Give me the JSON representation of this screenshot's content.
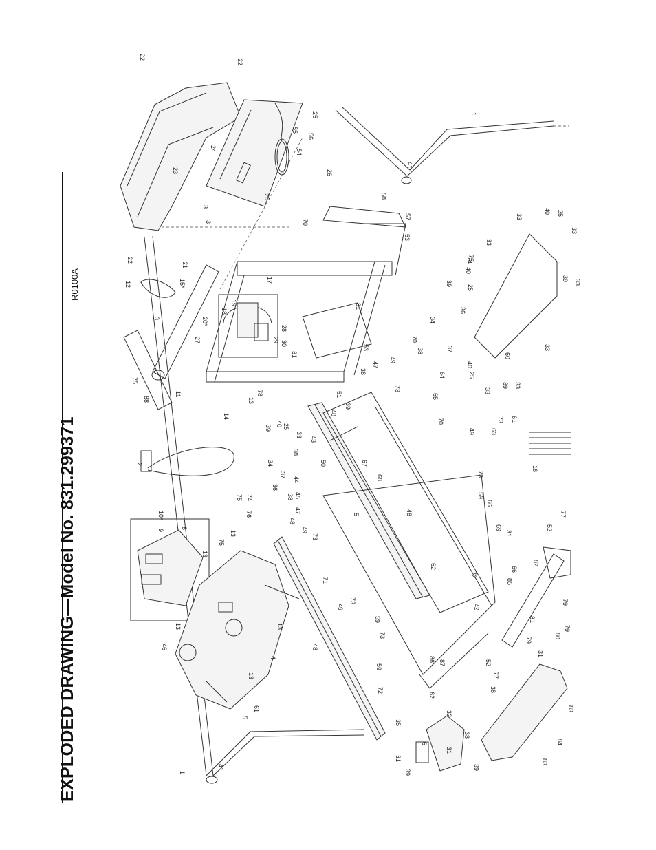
{
  "header": {
    "title": "EXPLODED DRAWING—Model No. 831.299371",
    "drawing_code": "R0100A"
  },
  "part_labels": [
    {
      "id": "p22a",
      "text": "22"
    },
    {
      "id": "p22b",
      "text": "22"
    },
    {
      "id": "p22c",
      "text": "22"
    },
    {
      "id": "p1a",
      "text": "1"
    },
    {
      "id": "p1b",
      "text": "1"
    },
    {
      "id": "p41a",
      "text": "41"
    },
    {
      "id": "p41b",
      "text": "41"
    },
    {
      "id": "p23",
      "text": "23"
    },
    {
      "id": "p24",
      "text": "24"
    },
    {
      "id": "p25a",
      "text": "25"
    },
    {
      "id": "p25b",
      "text": "25"
    },
    {
      "id": "p55",
      "text": "55"
    },
    {
      "id": "p56",
      "text": "56"
    },
    {
      "id": "p54",
      "text": "54"
    },
    {
      "id": "p3a",
      "text": "3"
    },
    {
      "id": "p3b",
      "text": "3"
    },
    {
      "id": "p3c",
      "text": "3"
    },
    {
      "id": "p12",
      "text": "12"
    },
    {
      "id": "p21",
      "text": "21"
    },
    {
      "id": "p15",
      "text": "15*"
    },
    {
      "id": "p20",
      "text": "20*"
    },
    {
      "id": "p18",
      "text": "18"
    },
    {
      "id": "p19",
      "text": "19"
    },
    {
      "id": "p17",
      "text": "17"
    },
    {
      "id": "p27",
      "text": "27"
    },
    {
      "id": "p28",
      "text": "28"
    },
    {
      "id": "p29",
      "text": "29"
    },
    {
      "id": "p30",
      "text": "30"
    },
    {
      "id": "p31a",
      "text": "31"
    },
    {
      "id": "p11",
      "text": "11"
    },
    {
      "id": "p75a",
      "text": "75"
    },
    {
      "id": "p88",
      "text": "88"
    },
    {
      "id": "p26",
      "text": "26"
    },
    {
      "id": "p70a",
      "text": "70"
    },
    {
      "id": "p58",
      "text": "58"
    },
    {
      "id": "p57",
      "text": "57"
    },
    {
      "id": "p53a",
      "text": "53"
    },
    {
      "id": "p81a",
      "text": "81"
    },
    {
      "id": "p53b",
      "text": "53"
    },
    {
      "id": "p38a",
      "text": "38"
    },
    {
      "id": "p47a",
      "text": "47"
    },
    {
      "id": "p49a",
      "text": "49"
    },
    {
      "id": "p51",
      "text": "51"
    },
    {
      "id": "p39a",
      "text": "39"
    },
    {
      "id": "p48a",
      "text": "48"
    },
    {
      "id": "p73a",
      "text": "73"
    },
    {
      "id": "p64",
      "text": "64"
    },
    {
      "id": "p70b",
      "text": "70"
    },
    {
      "id": "p38b",
      "text": "38"
    },
    {
      "id": "p37a",
      "text": "37"
    },
    {
      "id": "p34a",
      "text": "34"
    },
    {
      "id": "p36a",
      "text": "36"
    },
    {
      "id": "p25c",
      "text": "25"
    },
    {
      "id": "p40a",
      "text": "40"
    },
    {
      "id": "p39b",
      "text": "39"
    },
    {
      "id": "p75b",
      "text": "75"
    },
    {
      "id": "p74a",
      "text": "74"
    },
    {
      "id": "p33a",
      "text": "33"
    },
    {
      "id": "p33b",
      "text": "33"
    },
    {
      "id": "p40b",
      "text": "40"
    },
    {
      "id": "p25d",
      "text": "25"
    },
    {
      "id": "p33c",
      "text": "33"
    },
    {
      "id": "p39c",
      "text": "39"
    },
    {
      "id": "p33d",
      "text": "33"
    },
    {
      "id": "p60",
      "text": "60"
    },
    {
      "id": "p33e",
      "text": "33"
    },
    {
      "id": "p40c",
      "text": "40"
    },
    {
      "id": "p25e",
      "text": "25"
    },
    {
      "id": "p33f",
      "text": "33"
    },
    {
      "id": "p39d",
      "text": "39"
    },
    {
      "id": "p33g",
      "text": "33"
    },
    {
      "id": "p65",
      "text": "65"
    },
    {
      "id": "p70c",
      "text": "70"
    },
    {
      "id": "p73b",
      "text": "73"
    },
    {
      "id": "p61a",
      "text": "61"
    },
    {
      "id": "p63",
      "text": "63"
    },
    {
      "id": "p16",
      "text": "16"
    },
    {
      "id": "p14",
      "text": "14"
    },
    {
      "id": "p13a",
      "text": "13"
    },
    {
      "id": "p78",
      "text": "78"
    },
    {
      "id": "p39e",
      "text": "39"
    },
    {
      "id": "p40d",
      "text": "40"
    },
    {
      "id": "p25f",
      "text": "25"
    },
    {
      "id": "p33h",
      "text": "33"
    },
    {
      "id": "p43",
      "text": "43"
    },
    {
      "id": "p38c",
      "text": "38"
    },
    {
      "id": "p34b",
      "text": "34"
    },
    {
      "id": "p37b",
      "text": "37"
    },
    {
      "id": "p36b",
      "text": "36"
    },
    {
      "id": "p74b",
      "text": "74"
    },
    {
      "id": "p75c",
      "text": "75"
    },
    {
      "id": "p50",
      "text": "50"
    },
    {
      "id": "p44",
      "text": "44"
    },
    {
      "id": "p45",
      "text": "45"
    },
    {
      "id": "p38d",
      "text": "38"
    },
    {
      "id": "p47b",
      "text": "47"
    },
    {
      "id": "p48b",
      "text": "48"
    },
    {
      "id": "p49b",
      "text": "49"
    },
    {
      "id": "p73c",
      "text": "73"
    },
    {
      "id": "p67",
      "text": "67"
    },
    {
      "id": "p68",
      "text": "68"
    },
    {
      "id": "p5a",
      "text": "5"
    },
    {
      "id": "p48c",
      "text": "48"
    },
    {
      "id": "p49c",
      "text": "49"
    },
    {
      "id": "p73d",
      "text": "73"
    },
    {
      "id": "p59a",
      "text": "59"
    },
    {
      "id": "p66a",
      "text": "66"
    },
    {
      "id": "p69",
      "text": "69"
    },
    {
      "id": "p31b",
      "text": "31"
    },
    {
      "id": "p52a",
      "text": "52"
    },
    {
      "id": "p77a",
      "text": "77"
    },
    {
      "id": "p2",
      "text": "2"
    },
    {
      "id": "p10",
      "text": "10*"
    },
    {
      "id": "p9",
      "text": "9"
    },
    {
      "id": "p8",
      "text": "8"
    },
    {
      "id": "p76",
      "text": "76"
    },
    {
      "id": "p13b",
      "text": "13"
    },
    {
      "id": "p75d",
      "text": "75"
    },
    {
      "id": "p13c",
      "text": "13"
    },
    {
      "id": "p71",
      "text": "71"
    },
    {
      "id": "p62a",
      "text": "62"
    },
    {
      "id": "p72a",
      "text": "72"
    },
    {
      "id": "p66b",
      "text": "66"
    },
    {
      "id": "p85",
      "text": "85"
    },
    {
      "id": "p82",
      "text": "82"
    },
    {
      "id": "p79a",
      "text": "79"
    },
    {
      "id": "p46",
      "text": "46"
    },
    {
      "id": "p13d",
      "text": "13"
    },
    {
      "id": "p4",
      "text": "4"
    },
    {
      "id": "p13e",
      "text": "13"
    },
    {
      "id": "p13f",
      "text": "13"
    },
    {
      "id": "p61b",
      "text": "61"
    },
    {
      "id": "p5b",
      "text": "5"
    },
    {
      "id": "p48d",
      "text": "48"
    },
    {
      "id": "p49d",
      "text": "49"
    },
    {
      "id": "p73e",
      "text": "73"
    },
    {
      "id": "p59b",
      "text": "59"
    },
    {
      "id": "p42",
      "text": "42"
    },
    {
      "id": "p73f",
      "text": "73"
    },
    {
      "id": "p59c",
      "text": "59"
    },
    {
      "id": "p86",
      "text": "86"
    },
    {
      "id": "p87",
      "text": "87"
    },
    {
      "id": "p62b",
      "text": "62"
    },
    {
      "id": "p72b",
      "text": "72"
    },
    {
      "id": "p35",
      "text": "35"
    },
    {
      "id": "p81b",
      "text": "81"
    },
    {
      "id": "p80",
      "text": "80"
    },
    {
      "id": "p79b",
      "text": "79"
    },
    {
      "id": "p79c",
      "text": "79"
    },
    {
      "id": "p31c",
      "text": "31"
    },
    {
      "id": "p52b",
      "text": "52"
    },
    {
      "id": "p77b",
      "text": "77"
    },
    {
      "id": "p38e",
      "text": "38"
    },
    {
      "id": "p32",
      "text": "32"
    },
    {
      "id": "p6",
      "text": "6"
    },
    {
      "id": "p38f",
      "text": "38"
    },
    {
      "id": "p31d",
      "text": "31"
    },
    {
      "id": "p31e",
      "text": "31"
    },
    {
      "id": "p39f",
      "text": "39"
    },
    {
      "id": "p83a",
      "text": "83"
    },
    {
      "id": "p84",
      "text": "84"
    },
    {
      "id": "p39g",
      "text": "39"
    },
    {
      "id": "p83b",
      "text": "83"
    }
  ]
}
